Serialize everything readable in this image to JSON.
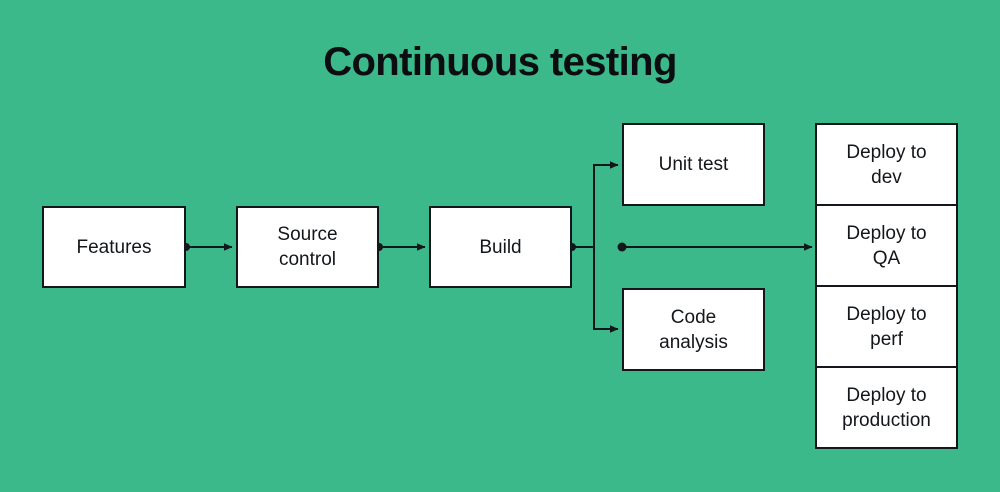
{
  "page": {
    "background_color": "#3cb98a",
    "node_fill": "#ffffff",
    "node_stroke": "#13161a",
    "text_color": "#13161a"
  },
  "title": "Continuous testing",
  "nodes": [
    {
      "id": "features",
      "label": "Features"
    },
    {
      "id": "source-control",
      "label": "Source\ncontrol"
    },
    {
      "id": "build",
      "label": "Build"
    },
    {
      "id": "unit-test",
      "label": "Unit test"
    },
    {
      "id": "code-analysis",
      "label": "Code\nanalysis"
    }
  ],
  "deploy_stack": {
    "cells": [
      {
        "id": "deploy-dev",
        "label": "Deploy to\ndev"
      },
      {
        "id": "deploy-qa",
        "label": "Deploy to\nQA"
      },
      {
        "id": "deploy-perf",
        "label": "Deploy to\nperf"
      },
      {
        "id": "deploy-production",
        "label": "Deploy to\nproduction"
      }
    ]
  },
  "edges": [
    {
      "id": "features-to-source-control",
      "from": "features",
      "to": "source-control",
      "marker_start": "dot",
      "marker_end": "arrow"
    },
    {
      "id": "source-control-to-build",
      "from": "source-control",
      "to": "build",
      "marker_start": "dot",
      "marker_end": "arrow"
    },
    {
      "id": "build-to-unit-test",
      "from": "build",
      "to": "unit-test",
      "marker_start": "dot",
      "marker_end": "arrow"
    },
    {
      "id": "build-to-code-analysis",
      "from": "build",
      "to": "code-analysis",
      "marker_start": "none",
      "marker_end": "arrow"
    },
    {
      "id": "branch-to-deploy-qa",
      "from": "branch",
      "to": "deploy-qa",
      "marker_start": "dot",
      "marker_end": "arrow"
    }
  ]
}
